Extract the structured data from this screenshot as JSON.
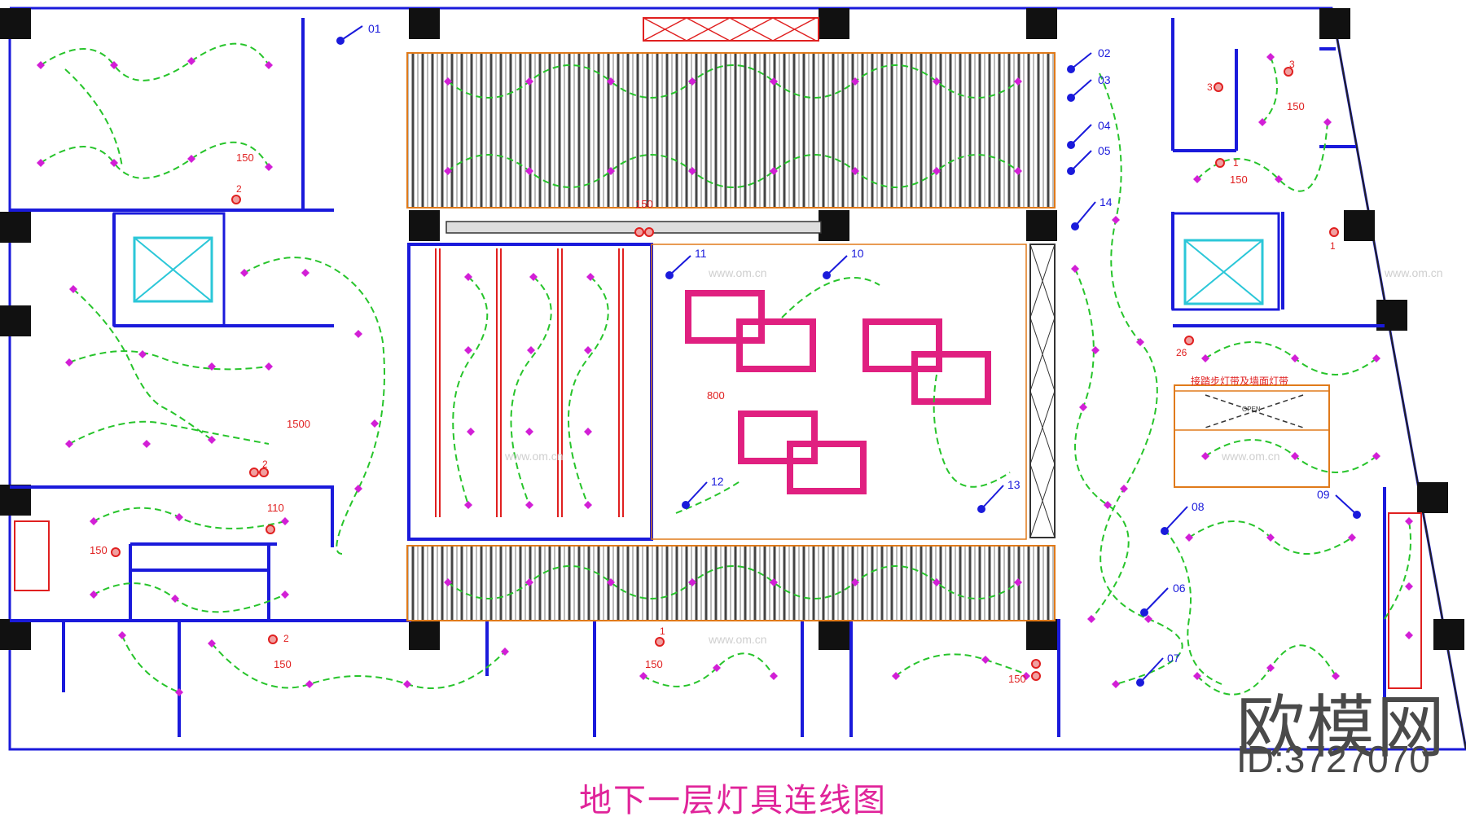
{
  "title": "地下一层灯具连线图",
  "watermark": {
    "logo_text": "欧模网",
    "id_text": "ID:3727070",
    "faint_site_text": "www.om.cn"
  },
  "colors": {
    "wall": "#1a1adb",
    "wire": "#27c42b",
    "fixture": "#d21fd6",
    "pink_text": "#e0249a",
    "orange": "#e07a1a",
    "cyan": "#2bc7d8",
    "red": "#e02020",
    "grey_pattern": "#555555"
  },
  "circuit_labels": [
    "01",
    "02",
    "03",
    "04",
    "05",
    "14",
    "11",
    "10",
    "12",
    "13",
    "08",
    "09",
    "06",
    "07"
  ],
  "dimensions": {
    "d150": "150",
    "d1500": "1500",
    "d800": "800",
    "d110": "110"
  },
  "switch_numbers": {
    "s1": "1",
    "s2": "2",
    "s3": "3",
    "s26": "26"
  },
  "notes": {
    "stair_note": "接踏步灯带及墙面灯带",
    "open_label": "OPEN"
  }
}
